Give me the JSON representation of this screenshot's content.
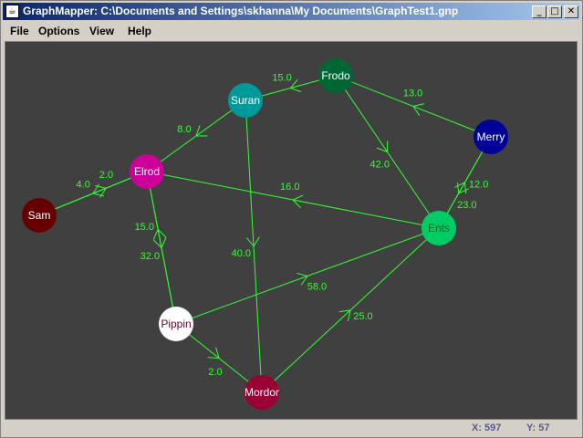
{
  "window": {
    "title": "GraphMapper: C:\\Documents and Settings\\skhanna\\My Documents\\GraphTest1.gnp",
    "minimize_glyph": "_",
    "maximize_glyph": "□",
    "close_glyph": "✕"
  },
  "menu": {
    "file": "File",
    "options": "Options",
    "view": "View",
    "help": "Help"
  },
  "status": {
    "x": "X: 597",
    "y": "Y: 57"
  },
  "colors": {
    "canvas_bg": "#404040",
    "edge": "#33ff33",
    "weight_label": "#33ff33",
    "title_gradient_start": "#0a246a",
    "title_gradient_end": "#a6caf0"
  },
  "graph": {
    "nodes": [
      {
        "id": "frodo",
        "label": "Frodo",
        "fill": "#006633",
        "text": "#ffffff"
      },
      {
        "id": "suran",
        "label": "Suran",
        "fill": "#009999",
        "text": "#ffffff"
      },
      {
        "id": "merry",
        "label": "Merry",
        "fill": "#000099",
        "text": "#ffffff"
      },
      {
        "id": "elrod",
        "label": "Elrod",
        "fill": "#cc0099",
        "text": "#ffffff"
      },
      {
        "id": "sam",
        "label": "Sam",
        "fill": "#660000",
        "text": "#ffffff"
      },
      {
        "id": "ents",
        "label": "Ents",
        "fill": "#00cc66",
        "text": "#006633"
      },
      {
        "id": "pippin",
        "label": "Pippin",
        "fill": "#ffffff",
        "text": "#660033"
      },
      {
        "id": "mordor",
        "label": "Mordor",
        "fill": "#990033",
        "text": "#ffffff"
      }
    ],
    "edges": [
      {
        "from": "frodo",
        "to": "suran",
        "weight": "15.0"
      },
      {
        "from": "merry",
        "to": "frodo",
        "weight": "13.0"
      },
      {
        "from": "frodo",
        "to": "ents",
        "weight": "42.0"
      },
      {
        "from": "ents",
        "to": "merry",
        "weight": "12.0"
      },
      {
        "from": "merry",
        "to": "ents",
        "weight": "23.0"
      },
      {
        "from": "suran",
        "to": "elrod",
        "weight": "8.0"
      },
      {
        "from": "suran",
        "to": "mordor",
        "weight": "40.0"
      },
      {
        "from": "ents",
        "to": "elrod",
        "weight": "16.0"
      },
      {
        "from": "elrod",
        "to": "sam",
        "weight": "4.0"
      },
      {
        "from": "sam",
        "to": "elrod",
        "weight": "2.0"
      },
      {
        "from": "elrod",
        "to": "pippin",
        "weight": "32.0"
      },
      {
        "from": "pippin",
        "to": "elrod",
        "weight": "15.0"
      },
      {
        "from": "pippin",
        "to": "ents",
        "weight": "58.0"
      },
      {
        "from": "pippin",
        "to": "mordor",
        "weight": "2.0"
      },
      {
        "from": "mordor",
        "to": "ents",
        "weight": "25.0"
      }
    ]
  }
}
